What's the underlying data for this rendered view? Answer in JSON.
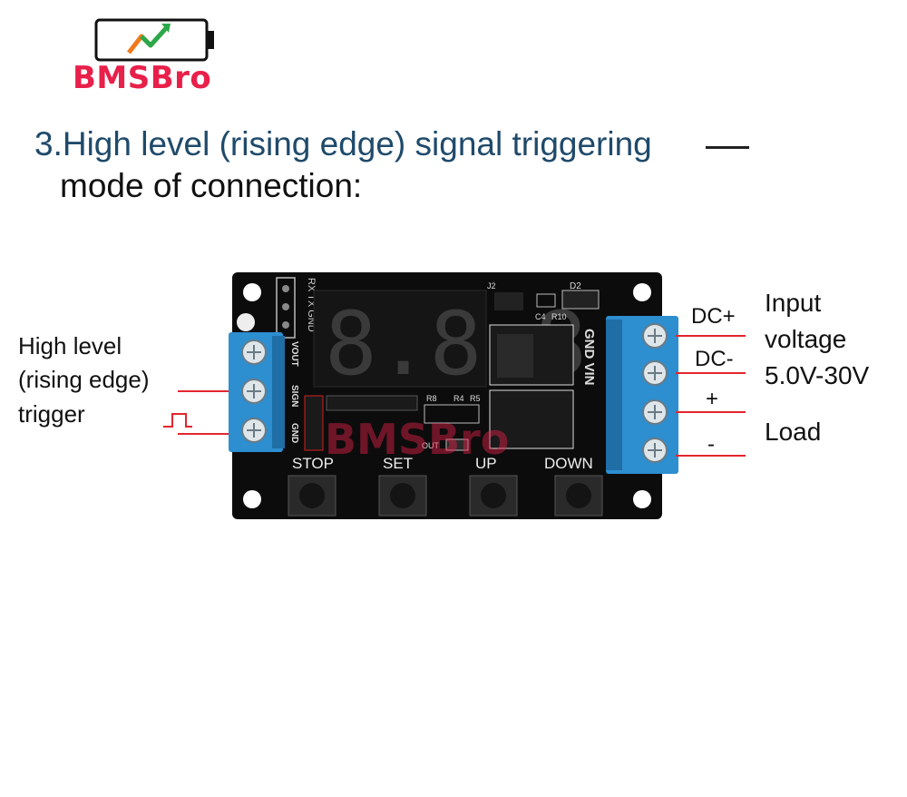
{
  "logo": {
    "brand": "BMSBro",
    "icon": "battery-with-chart-icon",
    "colors": {
      "brand_red": "#e8204a",
      "chart_orange": "#f07a1a",
      "chart_green": "#2aa84a"
    }
  },
  "heading": {
    "line1": "3.High level (rising edge) signal triggering",
    "line2": "mode of connection:"
  },
  "left_labels": {
    "line1": "High level",
    "line2": "(rising edge)",
    "line3": "trigger"
  },
  "right_labels": {
    "dc_plus": "DC+",
    "dc_minus": "DC-",
    "input_line1": "Input",
    "input_line2": "voltage",
    "input_line3": "5.0V-30V",
    "plus": "+",
    "minus": "-",
    "load": "Load"
  },
  "board": {
    "header_pins": "RX TX GND",
    "left_terminal_labels": [
      "VOUT",
      "SIGN",
      "GND"
    ],
    "right_terminal_label": "GND VIN",
    "display": "8.8.8.",
    "silkscreen": {
      "j2": "J2",
      "d2": "D2",
      "c4": "C4",
      "r10": "R10",
      "r8": "R8",
      "r4": "R4",
      "r5": "R5",
      "out": "OUT"
    },
    "buttons": [
      "STOP",
      "SET",
      "UP",
      "DOWN"
    ],
    "watermark": "BMSBro",
    "colors": {
      "pcb": "#0c0c0c",
      "terminal": "#2d8ed0",
      "wire": "#e3262d",
      "led_red": "#d42020"
    }
  }
}
